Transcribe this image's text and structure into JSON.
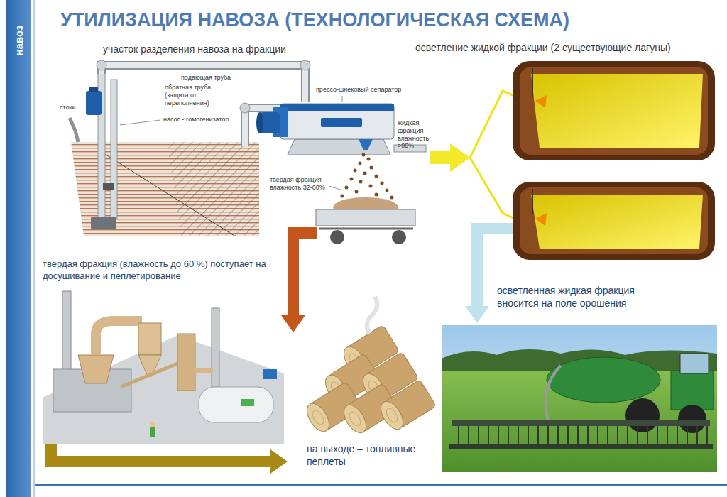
{
  "diagram": {
    "title": "УТИЛИЗАЦИЯ НАВОЗА (ТЕХНОЛОГИЧЕСКАЯ СХЕМА)",
    "nodes": [
      {
        "text": [
          "участок разделения навоза на фракции"
        ]
      },
      {
        "text": [
          "осветление жидкой фракции (2 существующие лагуны)"
        ]
      },
      {
        "text": [
          "твердая фракция (влажность до 60 %) поступает на досушивание и пеплетирование"
        ]
      },
      {
        "text": [
          "осветленная жидкая фракция вносится на поле орошения"
        ]
      },
      {
        "text": [
          "на выходе – топливные пеплеты"
        ]
      }
    ],
    "edges": [
      {
        "from": 0,
        "to": 1,
        "arrow": "to"
      },
      {
        "from": 1,
        "to": 3,
        "arrow": "to"
      },
      {
        "from": 0,
        "to": 4,
        "arrow": "to"
      },
      {
        "from": 2,
        "to": 4,
        "arrow": "to"
      }
    ],
    "labels": [
      "навоз",
      "стоки",
      "подающая труба",
      "обратная труба (защита от переполнения)",
      "насос - гомогенизатор",
      "прессо-шнековый сепаратор",
      "жидкая фракция влажность >99%",
      "твердая фракция влажность 32-60%"
    ]
  }
}
